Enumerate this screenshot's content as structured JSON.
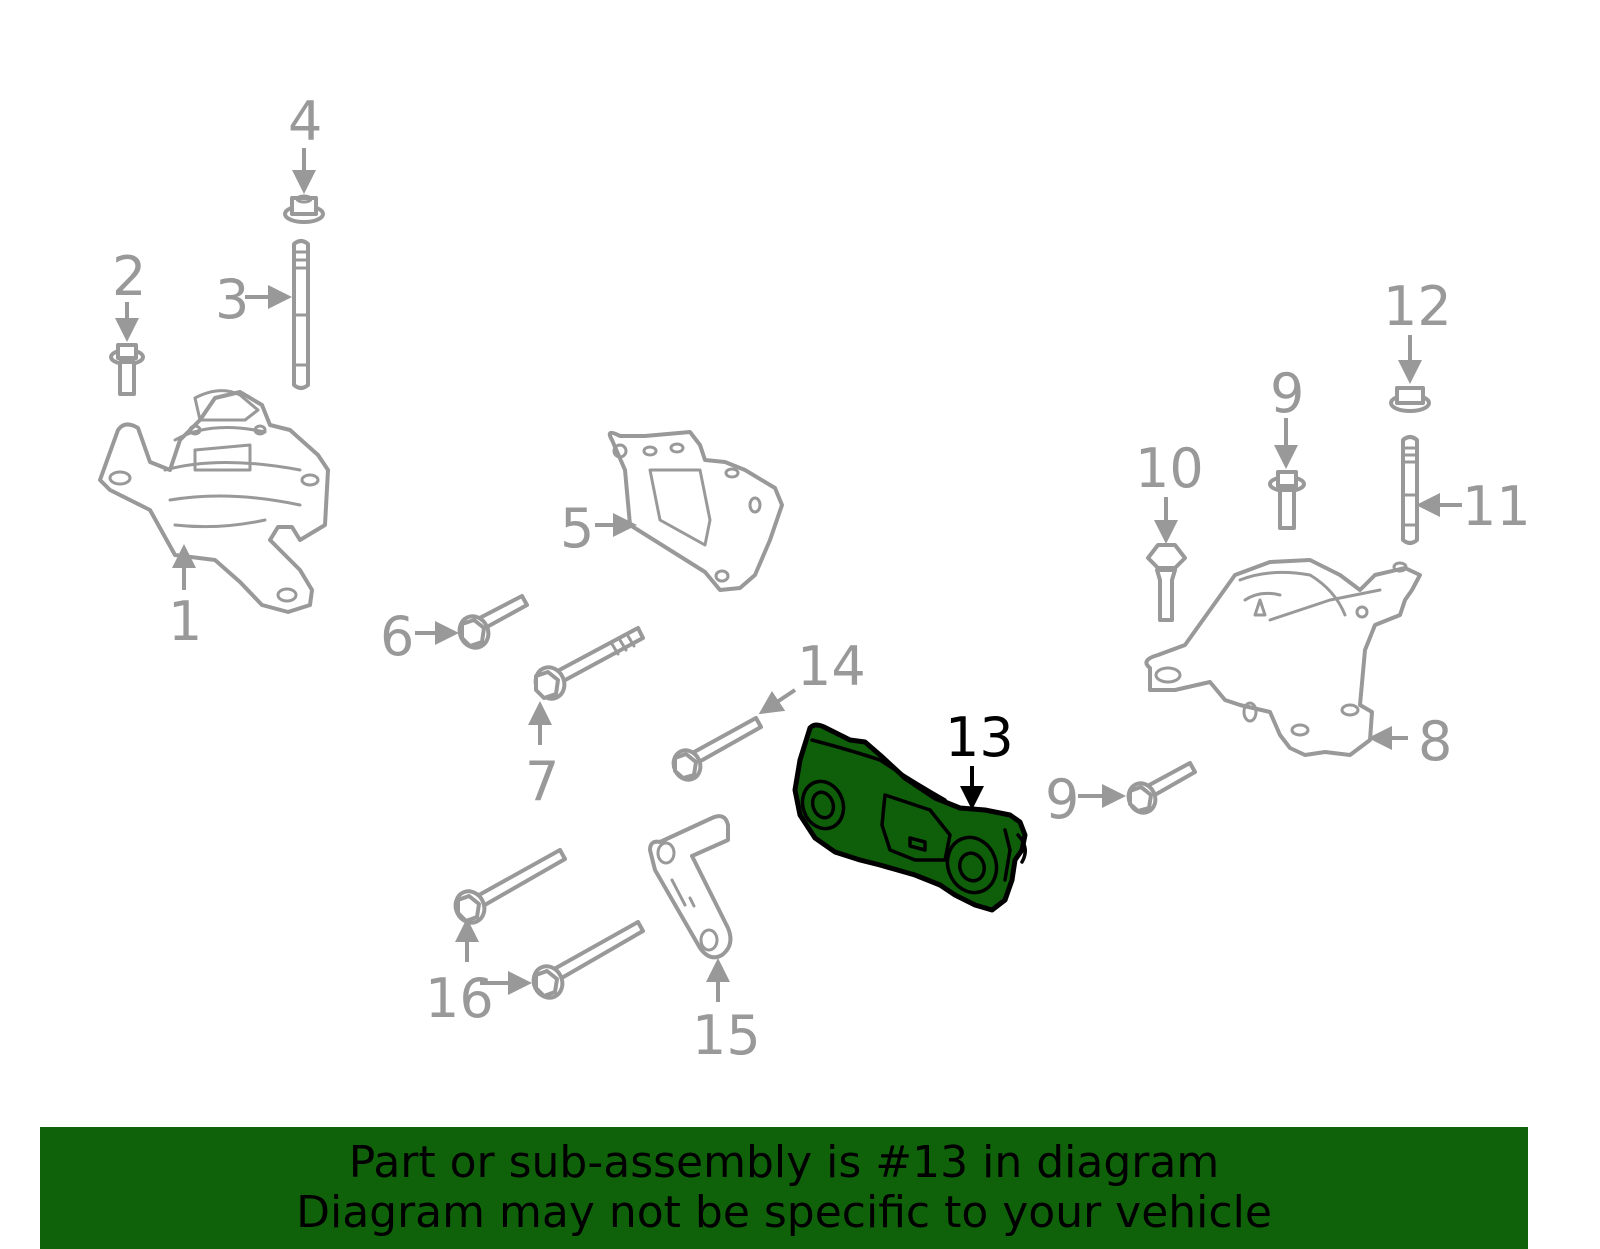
{
  "diagram": {
    "highlighted_part": "13",
    "colors": {
      "line_gray": "#999999",
      "highlight_fill": "#0f5f0a",
      "highlight_stroke": "#000000",
      "banner_bg": "#10620a",
      "banner_text": "#000000"
    },
    "callouts": [
      {
        "number": "1",
        "part": "engine-mount-left"
      },
      {
        "number": "2",
        "part": "bolt"
      },
      {
        "number": "3",
        "part": "stud"
      },
      {
        "number": "4",
        "part": "nut"
      },
      {
        "number": "5",
        "part": "bracket"
      },
      {
        "number": "6",
        "part": "bolt"
      },
      {
        "number": "7",
        "part": "bolt"
      },
      {
        "number": "8",
        "part": "transmission-mount"
      },
      {
        "number": "9",
        "part": "bolt"
      },
      {
        "number": "10",
        "part": "bolt"
      },
      {
        "number": "11",
        "part": "stud"
      },
      {
        "number": "12",
        "part": "nut"
      },
      {
        "number": "13",
        "part": "torque-strut-mount",
        "highlighted": true
      },
      {
        "number": "14",
        "part": "bolt"
      },
      {
        "number": "15",
        "part": "bracket"
      },
      {
        "number": "16",
        "part": "bolt"
      }
    ],
    "labels": {
      "l1": "1",
      "l2": "2",
      "l3": "3",
      "l4": "4",
      "l5": "5",
      "l6": "6",
      "l7": "7",
      "l8": "8",
      "l9a": "9",
      "l9b": "9",
      "l10": "10",
      "l11": "11",
      "l12": "12",
      "l13": "13",
      "l14": "14",
      "l15": "15",
      "l16": "16"
    }
  },
  "banner": {
    "line1": "Part or sub-assembly is #13 in diagram",
    "line2": "Diagram may not be specific to your vehicle"
  }
}
